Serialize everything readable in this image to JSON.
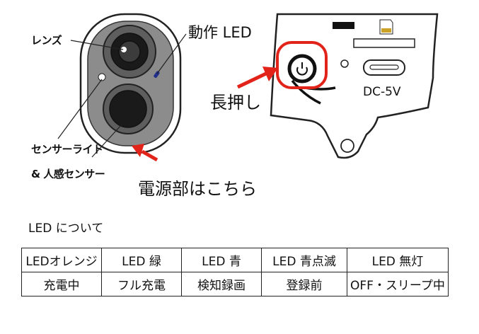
{
  "labels": {
    "lens": "レンズ",
    "operation_led": "動作 LED",
    "sensor_light": "センサーライト",
    "human_sensor": "& 人感センサー",
    "power_here": "電源部はこちら",
    "long_press": "長押し",
    "dc": "DC-5V"
  },
  "section_title": "LED について",
  "led_table": {
    "headers": [
      "LEDオレンジ",
      "LED 緑",
      "LED 青",
      "LED 青点滅",
      "LED 無灯"
    ],
    "values": [
      "充電中",
      "フル充電",
      "検知録画",
      "登録前",
      "OFF・スリープ中"
    ]
  },
  "colors": {
    "accent_red": "#e2231a",
    "body_grey": "#8c8c8c",
    "led_blue": "#1f2f8a"
  }
}
